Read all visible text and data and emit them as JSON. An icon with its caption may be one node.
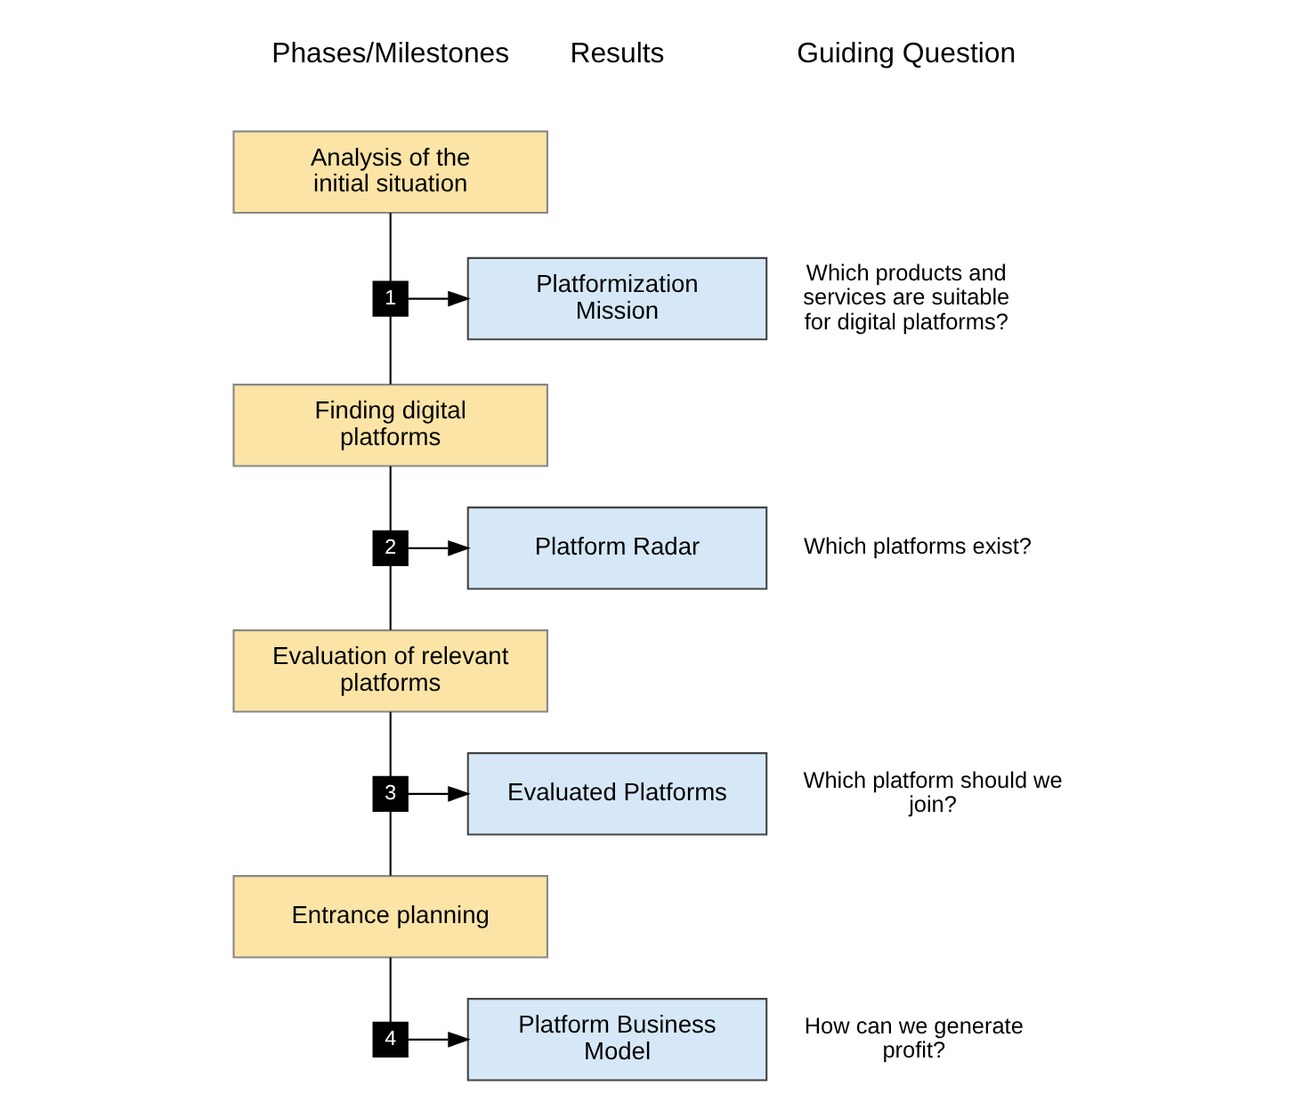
{
  "diagram": {
    "nodes": [
      {
        "text": [
          "Analysis of the initial situation"
        ]
      },
      {
        "text": [
          "1"
        ]
      },
      {
        "text": [
          "Platformization Mission"
        ],
        "beside": [
          "Which products and services are suitable for digital platforms?"
        ]
      },
      {
        "text": [
          "Finding digital platforms"
        ]
      },
      {
        "text": [
          "2"
        ]
      },
      {
        "text": [
          "Platform Radar"
        ],
        "beside": [
          "Which platforms exist?"
        ]
      },
      {
        "text": [
          "Evaluation of relevant platforms"
        ]
      },
      {
        "text": [
          "3"
        ]
      },
      {
        "text": [
          "Evaluated Platforms"
        ],
        "beside": [
          "Which platform should we join?"
        ]
      },
      {
        "text": [
          "Entrance planning"
        ]
      },
      {
        "text": [
          "4"
        ]
      },
      {
        "text": [
          "Platform Business Model"
        ],
        "beside": [
          "How can we generate profit?"
        ]
      }
    ],
    "edges": [
      {
        "from": 0,
        "to": 1,
        "arrow": "none"
      },
      {
        "from": 1,
        "to": 3,
        "arrow": "none"
      },
      {
        "from": 3,
        "to": 4,
        "arrow": "none"
      },
      {
        "from": 4,
        "to": 6,
        "arrow": "none"
      },
      {
        "from": 6,
        "to": 7,
        "arrow": "none"
      },
      {
        "from": 7,
        "to": 9,
        "arrow": "none"
      },
      {
        "from": 9,
        "to": 10,
        "arrow": "none"
      },
      {
        "from": 1,
        "to": 2,
        "arrow": "to"
      },
      {
        "from": 4,
        "to": 5,
        "arrow": "to"
      },
      {
        "from": 7,
        "to": 8,
        "arrow": "to"
      },
      {
        "from": 10,
        "to": 11,
        "arrow": "to"
      }
    ],
    "labels": [
      "Phases/Milestones",
      "Results",
      "Guiding Question"
    ]
  }
}
